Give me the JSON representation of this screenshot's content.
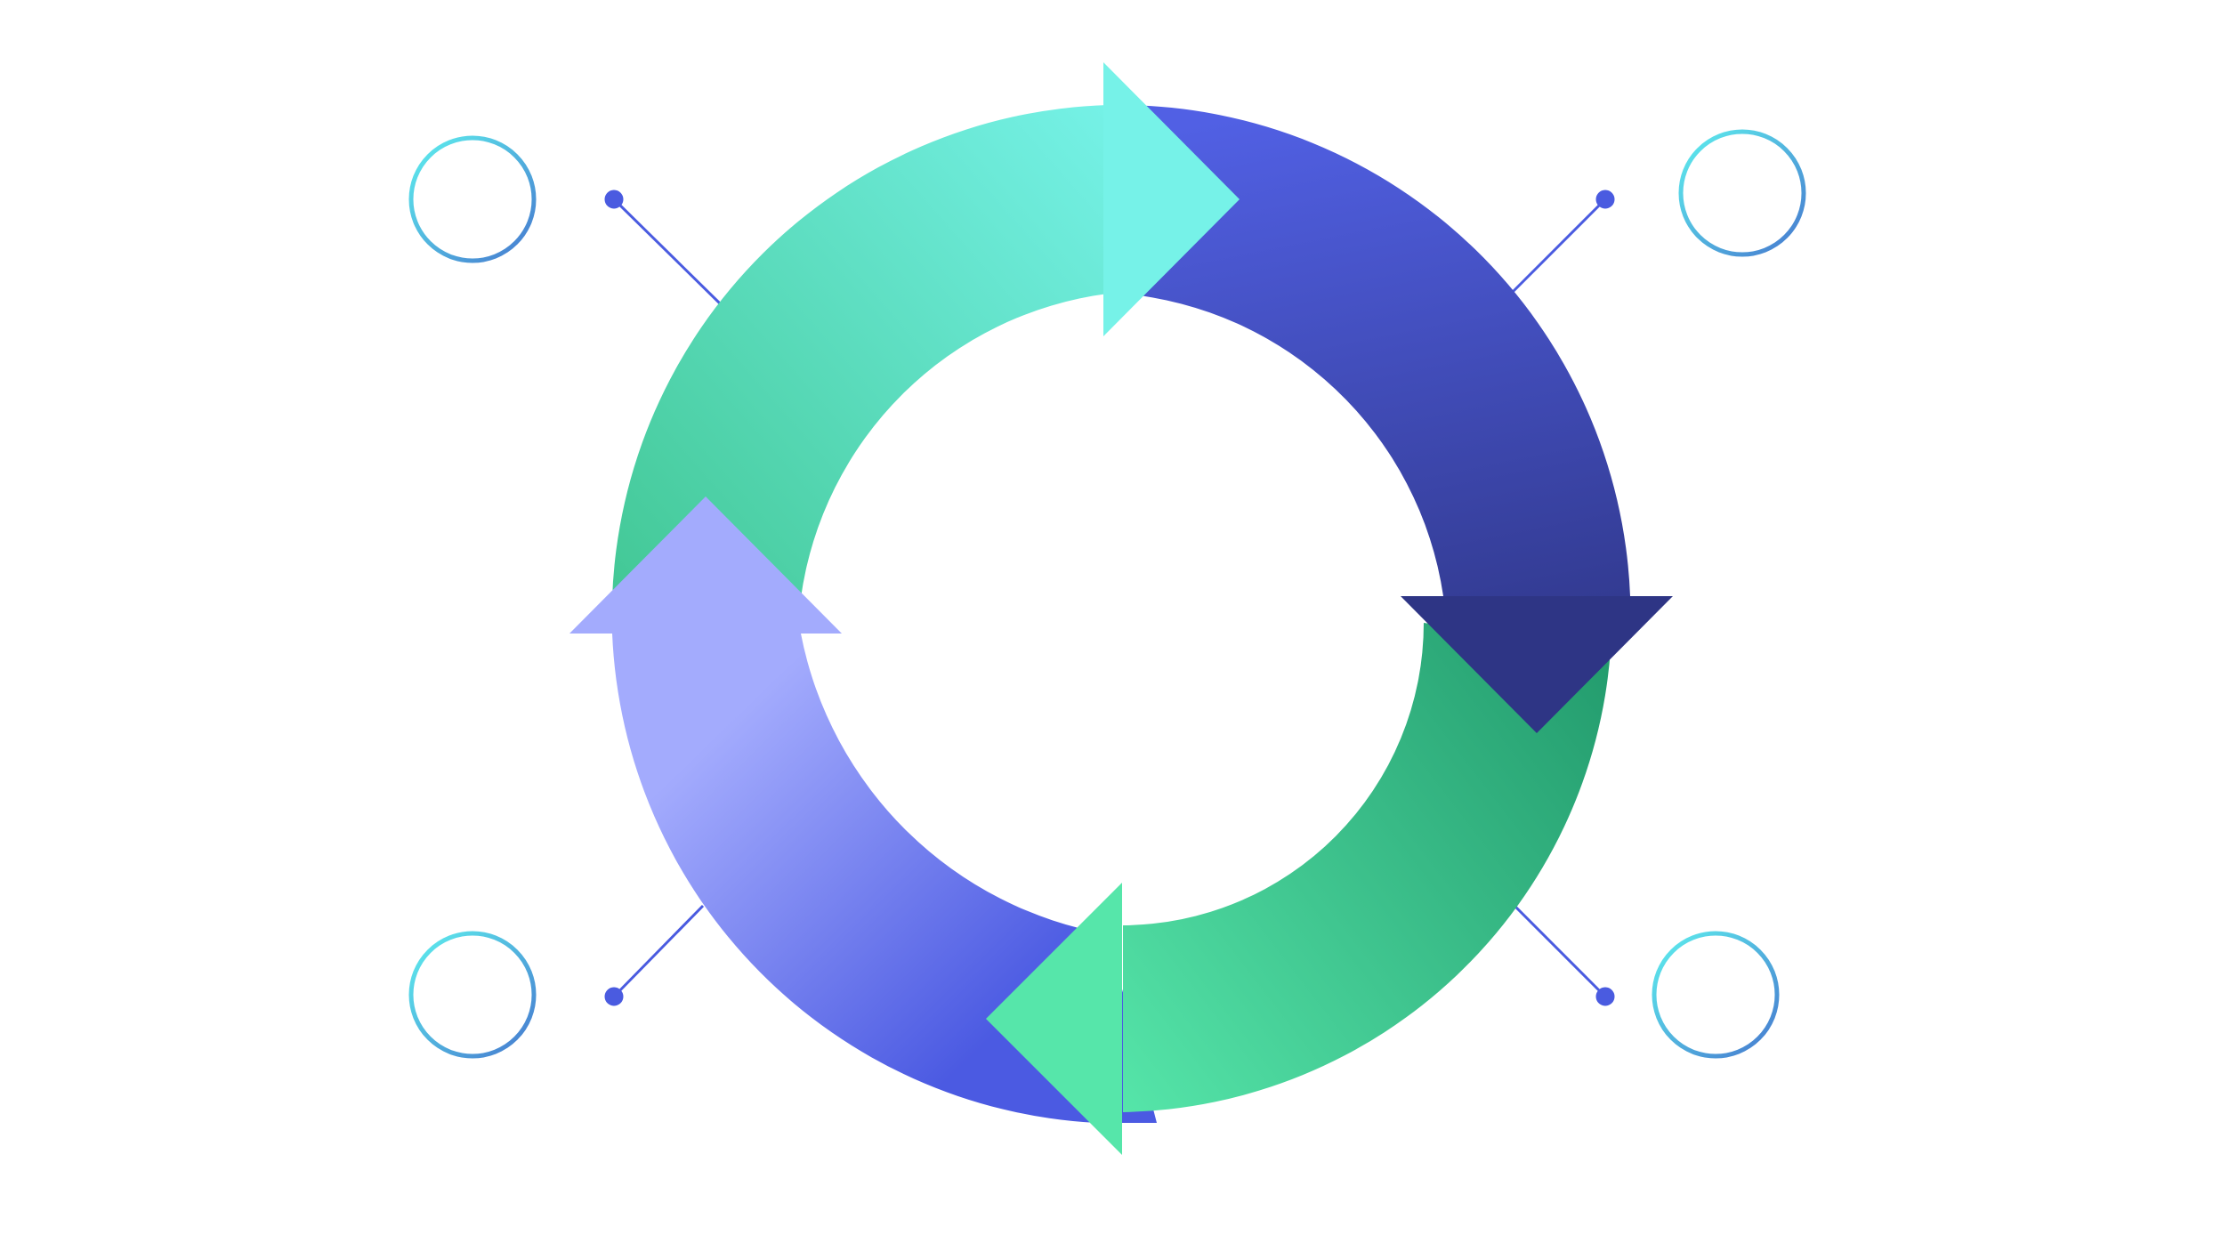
{
  "diagram": {
    "type": "cycle",
    "direction": "clockwise",
    "segments": [
      {
        "position": "top-left",
        "colors": [
          "#43c896",
          "#76f2e8"
        ],
        "arrow": "right"
      },
      {
        "position": "top-right",
        "colors": [
          "#5160e4",
          "#2e3585"
        ],
        "arrow": "down"
      },
      {
        "position": "bottom-right",
        "colors": [
          "#56e6aa",
          "#229a6c"
        ],
        "arrow": "left"
      },
      {
        "position": "bottom-left",
        "colors": [
          "#a3abfd",
          "#4b5ae2"
        ],
        "arrow": "up"
      }
    ],
    "callouts": [
      {
        "position": "top-left"
      },
      {
        "position": "top-right"
      },
      {
        "position": "bottom-left"
      },
      {
        "position": "bottom-right"
      }
    ],
    "callout_ring_colors": [
      "#5ef0ee",
      "#4678cf"
    ],
    "connector_color": "#4a5be0"
  }
}
